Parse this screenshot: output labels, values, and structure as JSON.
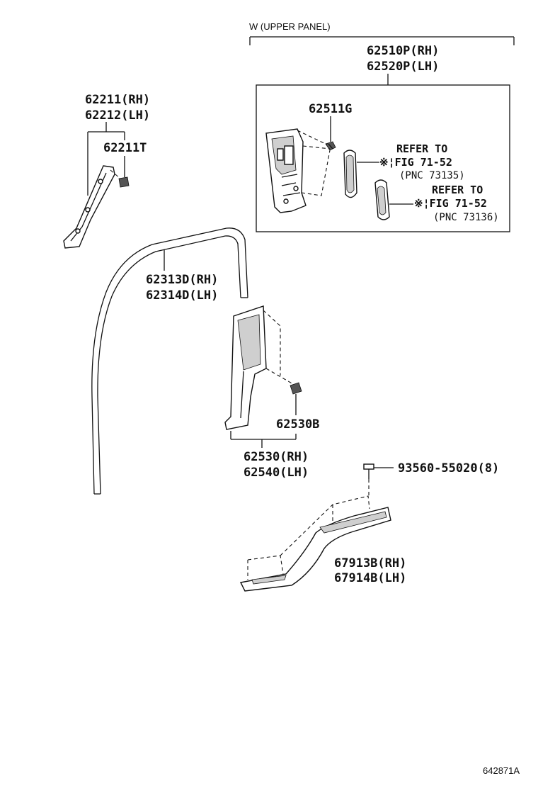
{
  "header": {
    "upper_panel": "W (UPPER PANEL)"
  },
  "labels": {
    "p62510": [
      "62510P(RH)",
      "62520P(LH)"
    ],
    "p62511": "62511G",
    "refer1": [
      "REFER TO",
      "※¦FIG 71-52",
      "(PNC 73135)"
    ],
    "refer2": [
      "REFER TO",
      "※¦FIG 71-52",
      "(PNC 73136)"
    ],
    "p62211": [
      "62211(RH)",
      "62212(LH)"
    ],
    "p62211t": "62211T",
    "p62313": [
      "62313D(RH)",
      "62314D(LH)"
    ],
    "p62530b": "62530B",
    "p62530": [
      "62530(RH)",
      "62540(LH)"
    ],
    "p93560": "93560-55020(8)",
    "p67913": [
      "67913B(RH)",
      "67914B(LH)"
    ]
  },
  "diagram_code": "642871A"
}
